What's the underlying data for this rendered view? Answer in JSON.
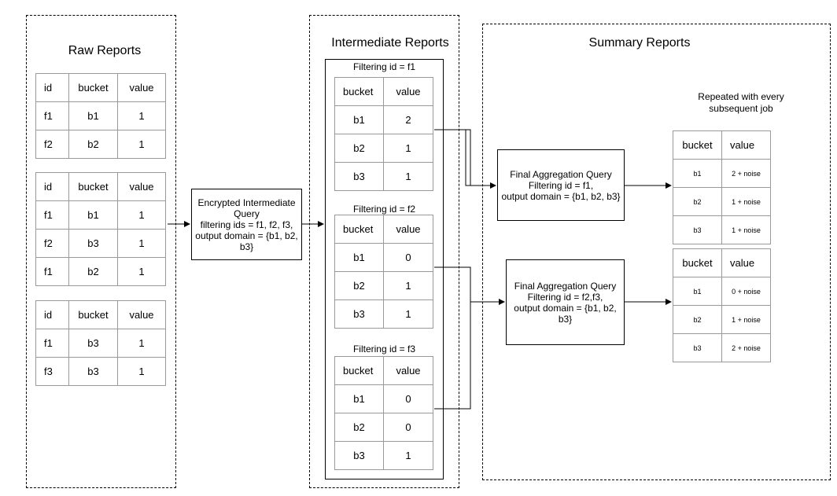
{
  "raw": {
    "title": "Raw Reports",
    "tables": [
      {
        "header": [
          "id",
          "bucket",
          "value"
        ],
        "rows": [
          [
            "f1",
            "b1",
            "1"
          ],
          [
            "f2",
            "b2",
            "1"
          ]
        ]
      },
      {
        "header": [
          "id",
          "bucket",
          "value"
        ],
        "rows": [
          [
            "f1",
            "b1",
            "1"
          ],
          [
            "f2",
            "b3",
            "1"
          ],
          [
            "f1",
            "b2",
            "1"
          ]
        ]
      },
      {
        "header": [
          "id",
          "bucket",
          "value"
        ],
        "rows": [
          [
            "f1",
            "b3",
            "1"
          ],
          [
            "f3",
            "b3",
            "1"
          ]
        ]
      }
    ]
  },
  "encrypted_query": {
    "text": "Encrypted Intermediate Query\nfiltering ids = f1, f2, f3,\noutput domain = {b1, b2,\nb3}"
  },
  "intermediate": {
    "title": "Intermediate Reports",
    "groups": [
      {
        "label": "Filtering id = f1",
        "header": [
          "bucket",
          "value"
        ],
        "rows": [
          [
            "b1",
            "2"
          ],
          [
            "b2",
            "1"
          ],
          [
            "b3",
            "1"
          ]
        ]
      },
      {
        "label": "Filtering id = f2",
        "header": [
          "bucket",
          "value"
        ],
        "rows": [
          [
            "b1",
            "0"
          ],
          [
            "b2",
            "1"
          ],
          [
            "b3",
            "1"
          ]
        ]
      },
      {
        "label": "Filtering id = f3",
        "header": [
          "bucket",
          "value"
        ],
        "rows": [
          [
            "b1",
            "0"
          ],
          [
            "b2",
            "0"
          ],
          [
            "b3",
            "1"
          ]
        ]
      }
    ]
  },
  "summary": {
    "title": "Summary Reports",
    "note": "Repeated with every\nsubsequent job",
    "queries": [
      {
        "text": "Final Aggregation Query\nFiltering id = f1,\noutput domain = {b1, b2, b3}"
      },
      {
        "text": "Final Aggregation Query\nFiltering id = f2,f3,\noutput domain = {b1, b2,\nb3}"
      }
    ],
    "tables": [
      {
        "header": [
          "bucket",
          "value"
        ],
        "rows": [
          [
            "b1",
            "2 + noise"
          ],
          [
            "b2",
            "1 + noise"
          ],
          [
            "b3",
            "1 + noise"
          ]
        ]
      },
      {
        "header": [
          "bucket",
          "value"
        ],
        "rows": [
          [
            "b1",
            "0 + noise"
          ],
          [
            "b2",
            "1 + noise"
          ],
          [
            "b3",
            "2 + noise"
          ]
        ]
      }
    ]
  }
}
